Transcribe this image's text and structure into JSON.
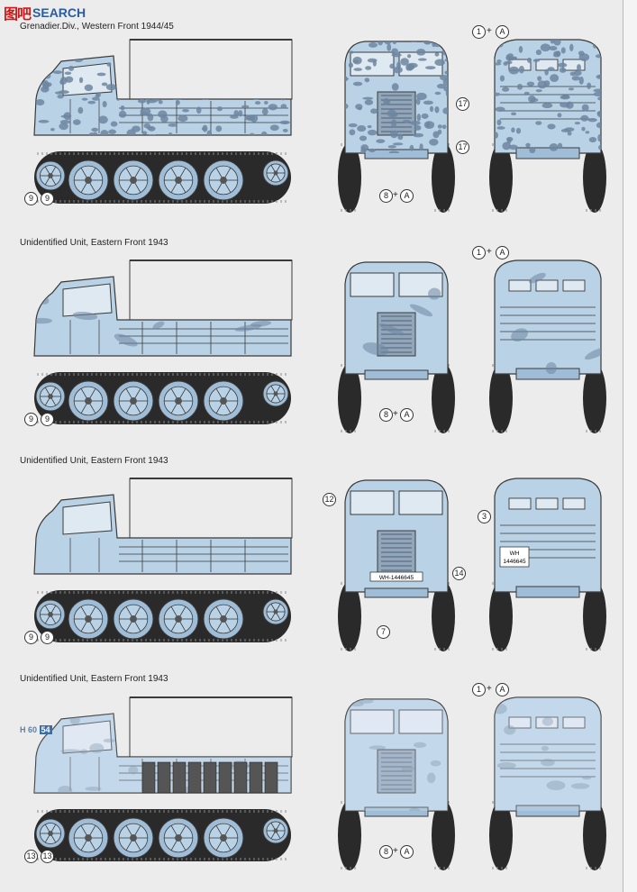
{
  "watermark": {
    "brand": "图吧",
    "suffix": "SEARCH"
  },
  "colors": {
    "base": "#b9d2e6",
    "base_dark": "#9fbdd6",
    "camo": "#6f86a0",
    "snow": "#e3edf6",
    "line": "#3a3a3a",
    "track": "#2a2a2a"
  },
  "rows": [
    {
      "caption": "Grenadier.Div., Western Front 1944/45",
      "scheme": "spots",
      "side_callouts": [
        "9",
        "9"
      ],
      "front_callouts": [
        "17",
        "17",
        "8",
        "A"
      ],
      "rear_callouts": [
        "1",
        "A"
      ]
    },
    {
      "caption": "Unidentified Unit, Eastern Front 1943",
      "scheme": "streaks",
      "side_callouts": [
        "9",
        "9"
      ],
      "front_callouts": [
        "8",
        "A"
      ],
      "rear_callouts": [
        "1",
        "A"
      ]
    },
    {
      "caption": "Unidentified Unit, Eastern Front 1943",
      "scheme": "plain",
      "side_callouts": [
        "9",
        "9"
      ],
      "front_callouts": [
        "12",
        "14",
        "7"
      ],
      "rear_callouts": [
        "3"
      ],
      "front_plate": "WH-1446645",
      "rear_plate_top": "WH",
      "rear_plate_bottom": "1446645"
    },
    {
      "caption": "Unidentified Unit, Eastern Front 1943",
      "scheme": "whitewash",
      "side_callouts": [
        "13",
        "13"
      ],
      "front_callouts": [
        "8",
        "A"
      ],
      "rear_callouts": [
        "1",
        "A"
      ],
      "paint_code_a": "H 60",
      "paint_code_b": "54"
    }
  ]
}
